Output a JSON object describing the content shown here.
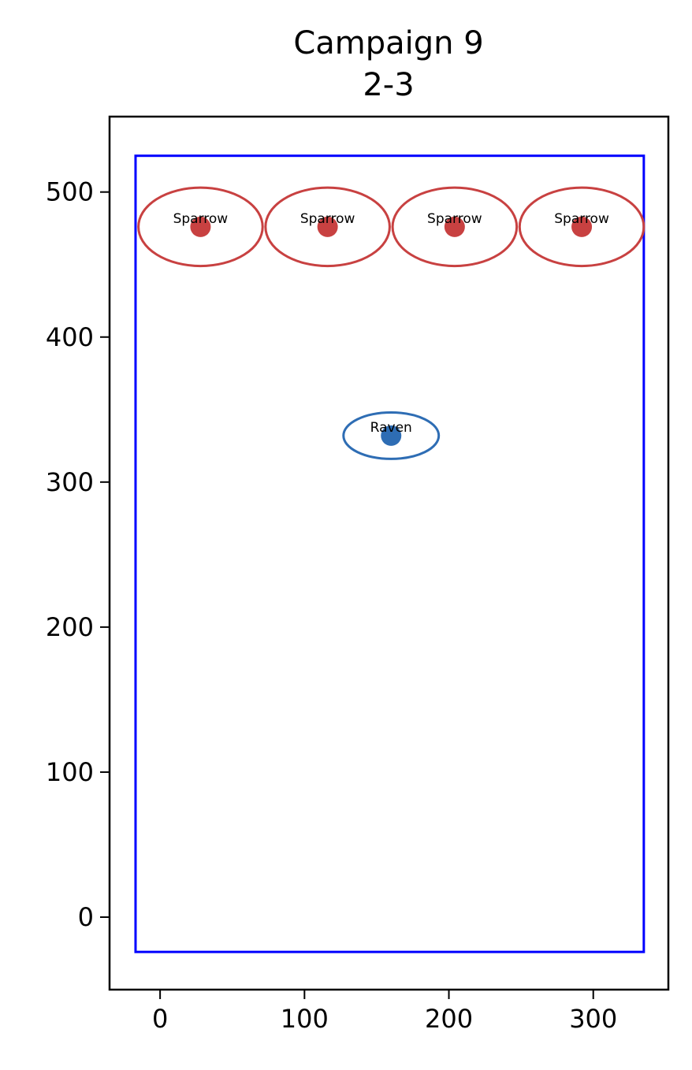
{
  "chart_data": {
    "type": "scatter",
    "title_lines": [
      "Campaign 9",
      "2-3"
    ],
    "xlim": [
      -35,
      352
    ],
    "ylim": [
      -50,
      552
    ],
    "x_ticks": [
      0,
      100,
      200,
      300
    ],
    "y_ticks": [
      0,
      100,
      200,
      300,
      400,
      500
    ],
    "grid": false,
    "boundary": {
      "x": [
        -17,
        335
      ],
      "y": [
        -24,
        525
      ],
      "color": "#0000ff"
    },
    "units": [
      {
        "label": "Sparrow",
        "x": 28,
        "y": 476,
        "rx": 43,
        "ry": 27,
        "color": "#c84141"
      },
      {
        "label": "Sparrow",
        "x": 116,
        "y": 476,
        "rx": 43,
        "ry": 27,
        "color": "#c84141"
      },
      {
        "label": "Sparrow",
        "x": 204,
        "y": 476,
        "rx": 43,
        "ry": 27,
        "color": "#c84141"
      },
      {
        "label": "Sparrow",
        "x": 292,
        "y": 476,
        "rx": 43,
        "ry": 27,
        "color": "#c84141"
      },
      {
        "label": "Raven",
        "x": 160,
        "y": 332,
        "rx": 33,
        "ry": 16,
        "color": "#2e6db4"
      }
    ]
  }
}
